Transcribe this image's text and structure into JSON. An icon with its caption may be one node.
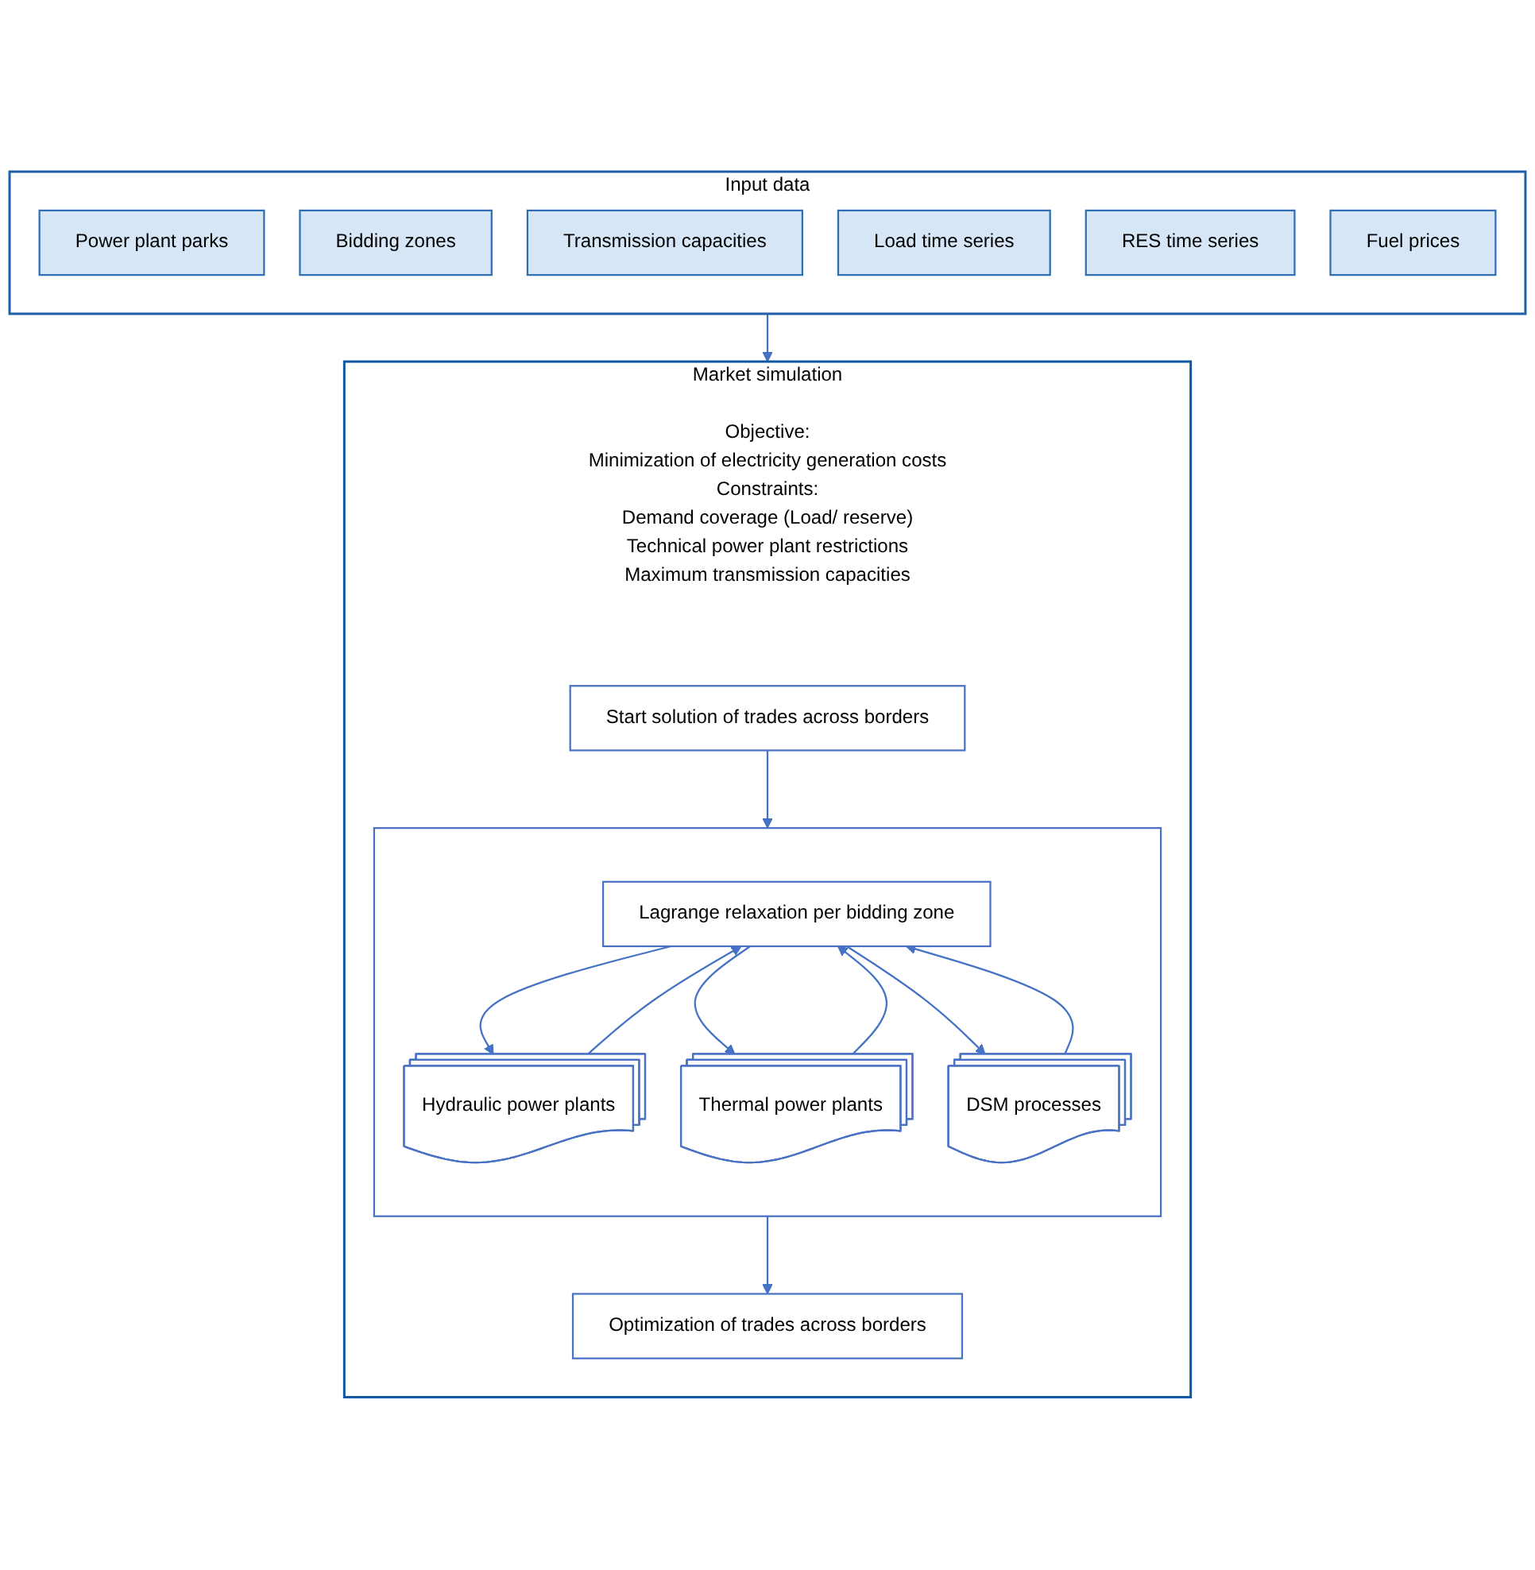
{
  "diagram": {
    "nodes": [
      {
        "text": [
          "Input data"
        ]
      },
      {
        "text": [
          "Power plant parks"
        ],
        "in": 0
      },
      {
        "text": [
          "Bidding zones"
        ],
        "in": 0
      },
      {
        "text": [
          "Transmission capacities"
        ],
        "in": 0
      },
      {
        "text": [
          "Load time series"
        ],
        "in": 0
      },
      {
        "text": [
          "RES time series"
        ],
        "in": 0
      },
      {
        "text": [
          "Fuel prices"
        ],
        "in": 0
      },
      {
        "text": [
          "Market simulation",
          "Objective:",
          "Minimization of electricity generation costs",
          "Constraints:",
          "Demand coverage (Load/ reserve)",
          "Technical power plant restrictions",
          "Maximum transmission capacities"
        ]
      },
      {
        "text": [
          "Start solution of trades across borders"
        ],
        "in": 7
      },
      {
        "text": [],
        "shape": "box",
        "in": 7
      },
      {
        "text": [
          "Lagrange relaxation per bidding zone"
        ],
        "in": 9
      },
      {
        "text": [
          "Hydraulic power plants"
        ],
        "in": 9
      },
      {
        "text": [
          "Thermal power plants"
        ],
        "in": 9
      },
      {
        "text": [
          "DSM processes"
        ],
        "in": 9
      },
      {
        "text": [
          "Optimization of trades across borders"
        ],
        "in": 7
      }
    ],
    "edges": [
      {
        "from": 0,
        "to": 7,
        "arrow": "to"
      },
      {
        "from": 8,
        "to": 9,
        "arrow": "to"
      },
      {
        "from": 10,
        "to": 11,
        "arrow": "to"
      },
      {
        "from": 11,
        "to": 10,
        "arrow": "to"
      },
      {
        "from": 10,
        "to": 12,
        "arrow": "to"
      },
      {
        "from": 12,
        "to": 10,
        "arrow": "to"
      },
      {
        "from": 10,
        "to": 13,
        "arrow": "to"
      },
      {
        "from": 13,
        "to": 10,
        "arrow": "to"
      },
      {
        "from": 9,
        "to": 14,
        "arrow": "to"
      }
    ]
  }
}
